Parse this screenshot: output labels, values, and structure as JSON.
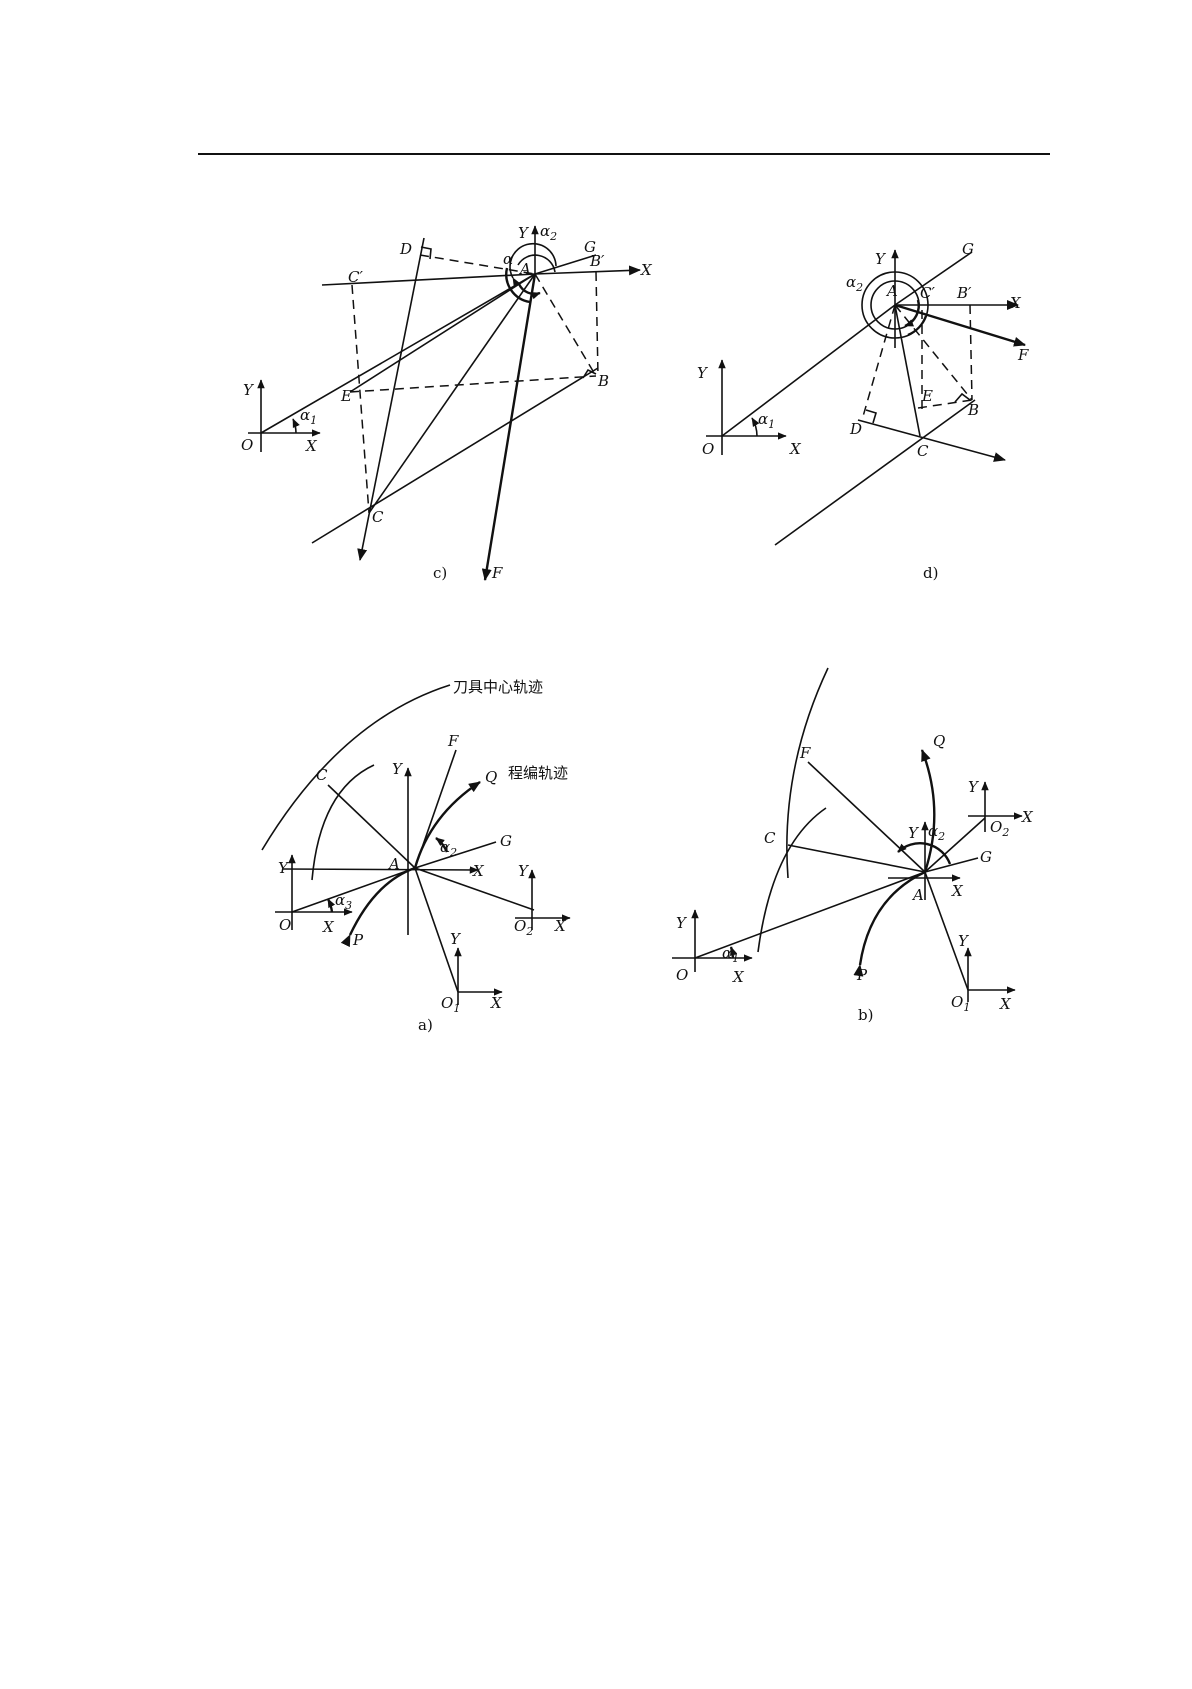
{
  "page_rule_color": "#111111",
  "figures": {
    "c": {
      "caption": "c)",
      "labels": {
        "D": "D",
        "Y_top": "Y",
        "alpha2": "α",
        "alpha2_sub": "2",
        "G": "G",
        "alpha": "α",
        "A": "A",
        "C_prime": "C′",
        "B_prime": "B′",
        "X_top": "X",
        "Y_origin": "Y",
        "alpha1": "α",
        "alpha1_sub": "1",
        "E": "E",
        "B": "B",
        "O": "O",
        "X_origin": "X",
        "C": "C",
        "F": "F"
      }
    },
    "d": {
      "caption": "d)",
      "labels": {
        "Y_top": "Y",
        "G": "G",
        "alpha2": "α",
        "alpha2_sub": "2",
        "A": "A",
        "C_prime": "C′",
        "B_prime": "B′",
        "X_top": "X",
        "F": "F",
        "Y_origin": "Y",
        "alpha1": "α",
        "alpha1_sub": "1",
        "E": "E",
        "B": "B",
        "D": "D",
        "C": "C",
        "O": "O",
        "X_origin": "X"
      }
    },
    "a": {
      "caption": "a)",
      "tool_center_path": "刀具中心轨迹",
      "programmed_path": "程编轨迹",
      "labels": {
        "C": "C",
        "Y_top": "Y",
        "F": "F",
        "Q": "Q",
        "alpha2": "α",
        "alpha2_sub": "2",
        "G": "G",
        "A": "A",
        "X_top": "X",
        "Y_origin": "Y",
        "Y_O2": "Y",
        "alpha3": "α",
        "alpha3_sub": "3",
        "O": "O",
        "X_origin": "X",
        "P": "P",
        "O2": "O",
        "O2_sub": "2",
        "X_O2": "X",
        "Y_O1": "Y",
        "O1": "O",
        "O1_sub": "1",
        "X_O1": "X"
      }
    },
    "b": {
      "caption": "b)",
      "labels": {
        "F": "F",
        "Q": "Q",
        "Y_O2": "Y",
        "X_O2": "X",
        "O2": "O",
        "O2_sub": "2",
        "C": "C",
        "Y_top": "Y",
        "alpha2": "α",
        "alpha2_sub": "2",
        "G": "G",
        "A": "A",
        "X_top": "X",
        "Y_origin": "Y",
        "alpha1": "α",
        "alpha1_sub": "1",
        "O": "O",
        "X_origin": "X",
        "P": "P",
        "Y_O1": "Y",
        "O1": "O",
        "O1_sub": "1",
        "X_O1": "X"
      }
    }
  }
}
